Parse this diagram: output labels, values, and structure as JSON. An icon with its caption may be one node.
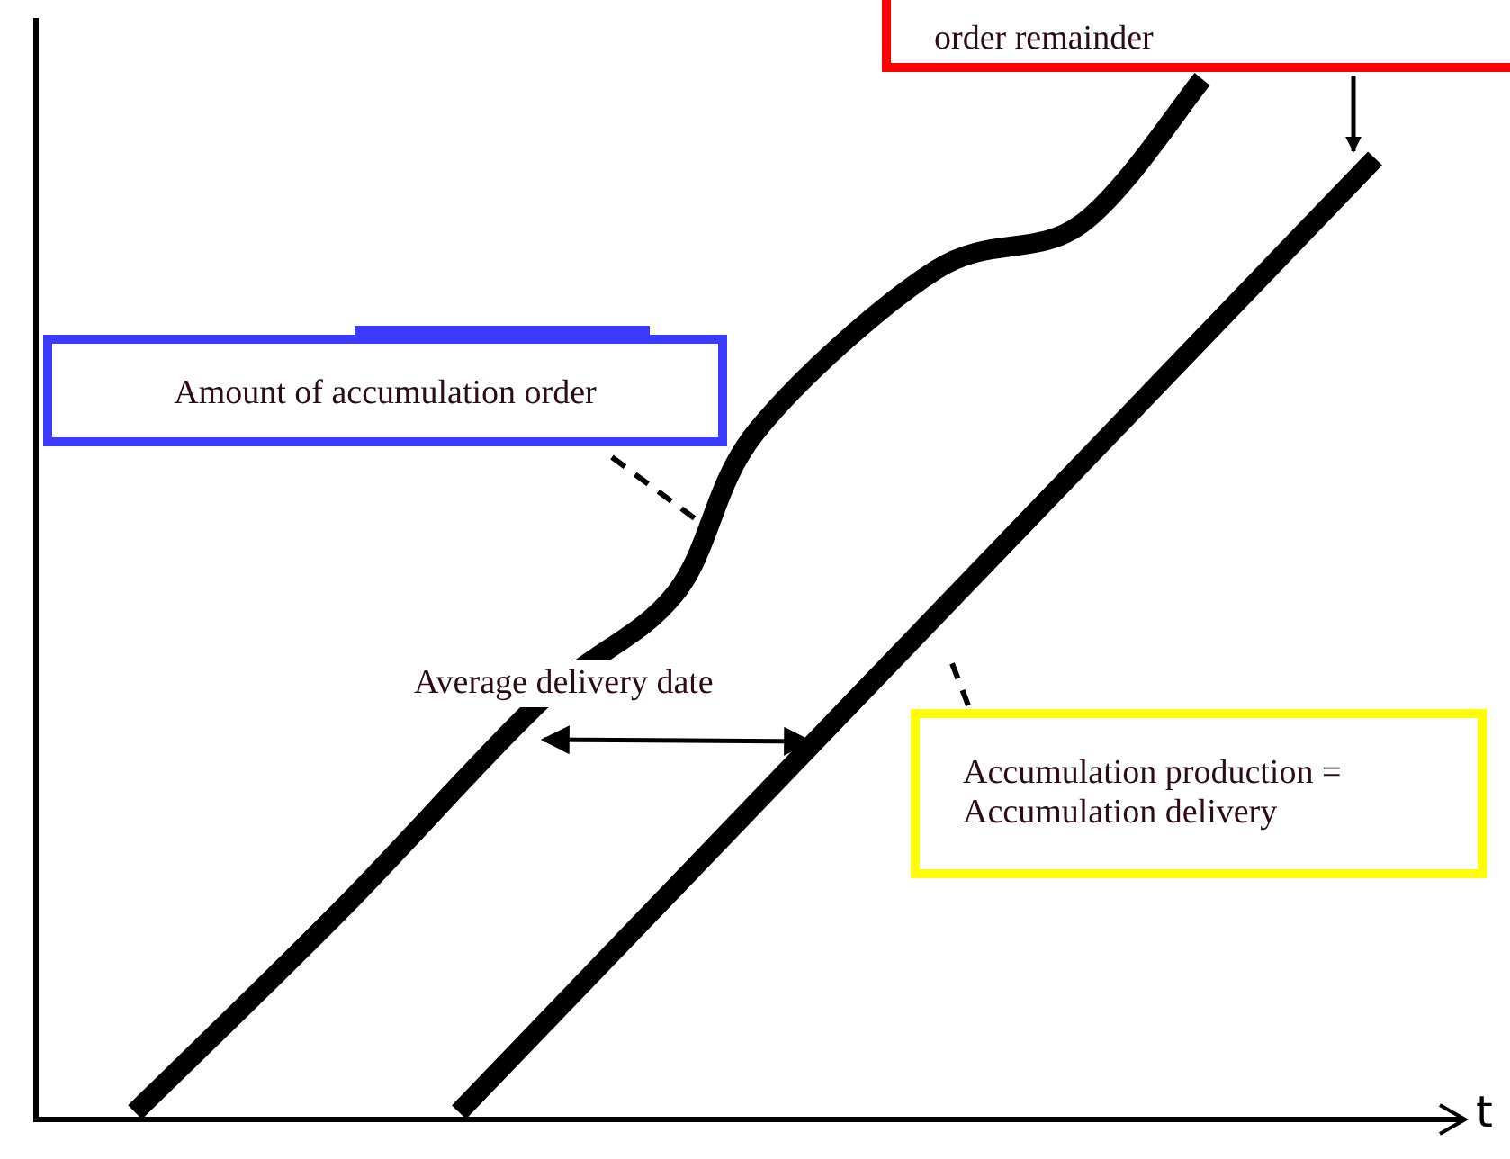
{
  "diagram": {
    "nodes": [
      {
        "text": [
          "order remainder"
        ]
      },
      {
        "text": [
          "Amount of accumulation order"
        ]
      },
      {
        "text": [
          "Accumulation production = Accumulation delivery"
        ]
      },
      {
        "text": [],
        "shape": "curve"
      },
      {
        "text": [],
        "shape": "line"
      }
    ],
    "edges": [
      {
        "from": 0,
        "to": 4,
        "arrow": "to"
      },
      {
        "from": 1,
        "to": 3,
        "arrow": "none",
        "style": "dashed"
      },
      {
        "from": 2,
        "to": 4,
        "arrow": "none",
        "style": "dashed"
      },
      {
        "from": 3,
        "to": 4,
        "arrow": "both",
        "label": "Average delivery date"
      }
    ],
    "labels": [
      "t"
    ]
  }
}
